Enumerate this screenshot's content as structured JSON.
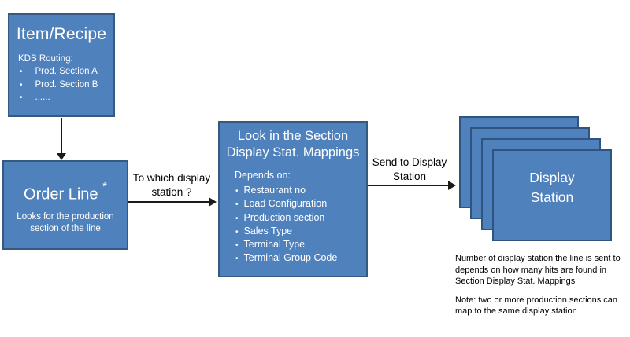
{
  "item_recipe": {
    "title": "Item/Recipe",
    "subtitle": "KDS Routing:",
    "bullets": [
      "Prod. Section A",
      "Prod. Section B",
      "......"
    ]
  },
  "order_line": {
    "title": "Order Line",
    "superscript": "*",
    "description": "Looks for the production section of the line"
  },
  "mappings": {
    "title": "Look in the Section Display Stat. Mappings",
    "subtitle": "Depends on:",
    "bullets": [
      "Restaurant no",
      "Load Configuration",
      "Production section",
      "Sales Type",
      "Terminal Type",
      "Terminal Group Code"
    ]
  },
  "display_station": {
    "label": "Display Station",
    "stack_count": 4
  },
  "arrows": {
    "to_which_label": "To which display station ?",
    "send_to_label": "Send to Display Station"
  },
  "notes": {
    "para1": "Number of display station the line is sent to depends on how many hits are found in Section Display Stat. Mappings",
    "para2": "Note: two or more production sections can map to the same display station"
  },
  "icons": {
    "bullet": "•"
  },
  "colors": {
    "box_fill": "#4f81bd",
    "box_border": "#35597f",
    "box_text": "#ffffff",
    "label_text": "#000000",
    "arrow": "#1a1a1a"
  }
}
